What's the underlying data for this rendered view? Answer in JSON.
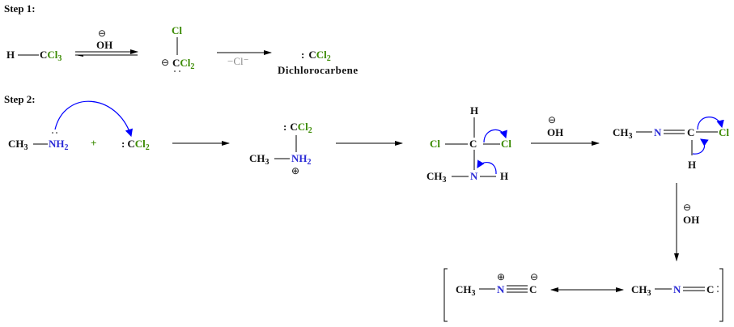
{
  "step1": {
    "heading": "Step 1:",
    "H": "H",
    "C": "C",
    "Cl": "Cl",
    "three": "3",
    "two": "2",
    "reagent": "OH",
    "minus": "⊖",
    "loss": "−Cl⁻",
    "colon": ":",
    "product_name": "Dichlorocarbene"
  },
  "step2": {
    "heading": "Step 2:",
    "CH": "CH",
    "three": "3",
    "NH": "NH",
    "N": "N",
    "H": "H",
    "two": "2",
    "plus_sign": "+",
    "colon": ":",
    "C": "C",
    "Cl": "Cl",
    "reagent": "OH",
    "minus": "⊖",
    "plus": "⊕",
    "dots": "··"
  },
  "colors": {
    "chlorine": "#3a8a00",
    "nitrogen": "#2b2bd6",
    "arrow": "#0000ff"
  }
}
